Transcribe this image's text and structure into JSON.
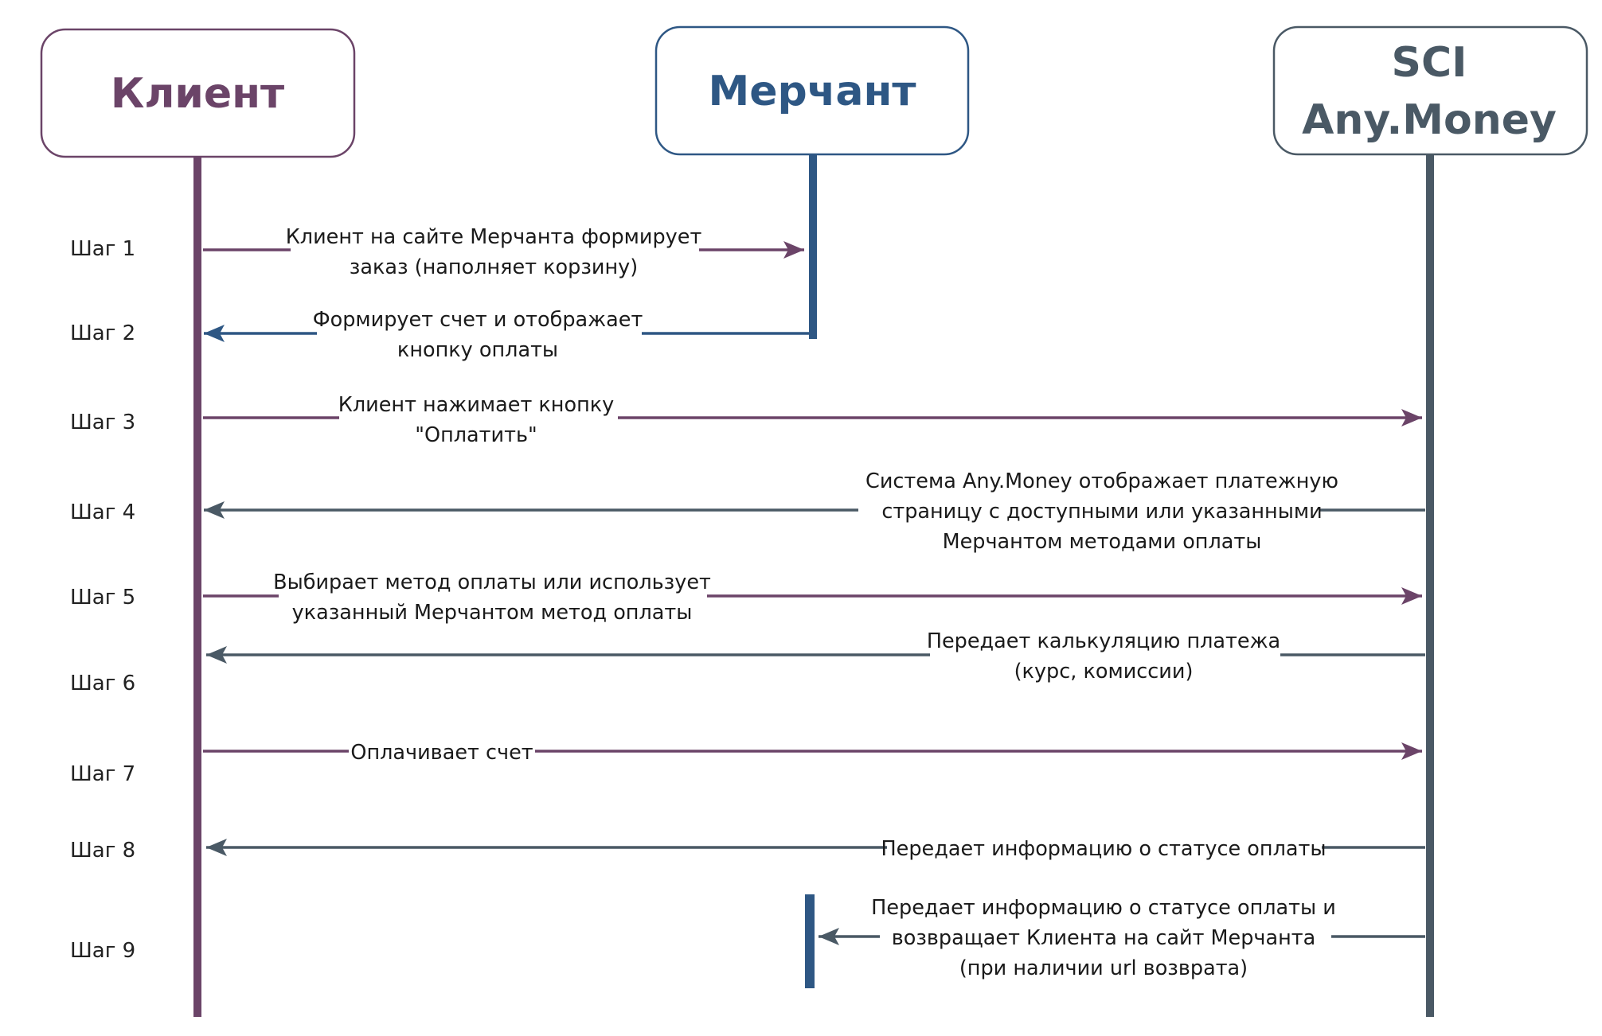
{
  "colors": {
    "client": "#6b4468",
    "merchant": "#2e5784",
    "sci": "#4a5965"
  },
  "actors": [
    {
      "id": "client",
      "lines": [
        "Клиент"
      ]
    },
    {
      "id": "merchant",
      "lines": [
        "Мерчант"
      ]
    },
    {
      "id": "sci",
      "lines": [
        "SCI",
        "Any.Money"
      ]
    }
  ],
  "steps": [
    "Шаг 1",
    "Шаг 2",
    "Шаг 3",
    "Шаг 4",
    "Шаг 5",
    "Шаг 6",
    "Шаг 7",
    "Шаг 8",
    "Шаг 9"
  ],
  "messages": [
    {
      "from": "client",
      "to": "merchant",
      "lines": [
        "Клиент на сайте Мерчанта формирует",
        "заказ (наполняет корзину)"
      ]
    },
    {
      "from": "merchant",
      "to": "client",
      "lines": [
        "Формирует счет и отображает",
        "кнопку оплаты"
      ]
    },
    {
      "from": "client",
      "to": "sci",
      "lines": [
        "Клиент нажимает кнопку",
        "\"Оплатить\""
      ]
    },
    {
      "from": "sci",
      "to": "client",
      "lines": [
        "Система Any.Money отображает платежную",
        "страницу с доступными или указанными",
        "Мерчантом методами оплаты"
      ]
    },
    {
      "from": "client",
      "to": "sci",
      "lines": [
        "Выбирает метод оплаты или использует",
        "указанный Мерчантом метод оплаты"
      ]
    },
    {
      "from": "sci",
      "to": "client",
      "lines": [
        "Передает калькуляцию платежа",
        "(курс, комиссии)"
      ]
    },
    {
      "from": "client",
      "to": "sci",
      "lines": [
        "Оплачивает счет"
      ]
    },
    {
      "from": "sci",
      "to": "client",
      "lines": [
        "Передает информацию о статусе оплаты"
      ]
    },
    {
      "from": "sci",
      "to": "merchant",
      "lines": [
        "Передает информацию о статусе оплаты и",
        "возвращает Клиента на сайт Мерчанта",
        "(при наличии url возврата)"
      ]
    }
  ]
}
